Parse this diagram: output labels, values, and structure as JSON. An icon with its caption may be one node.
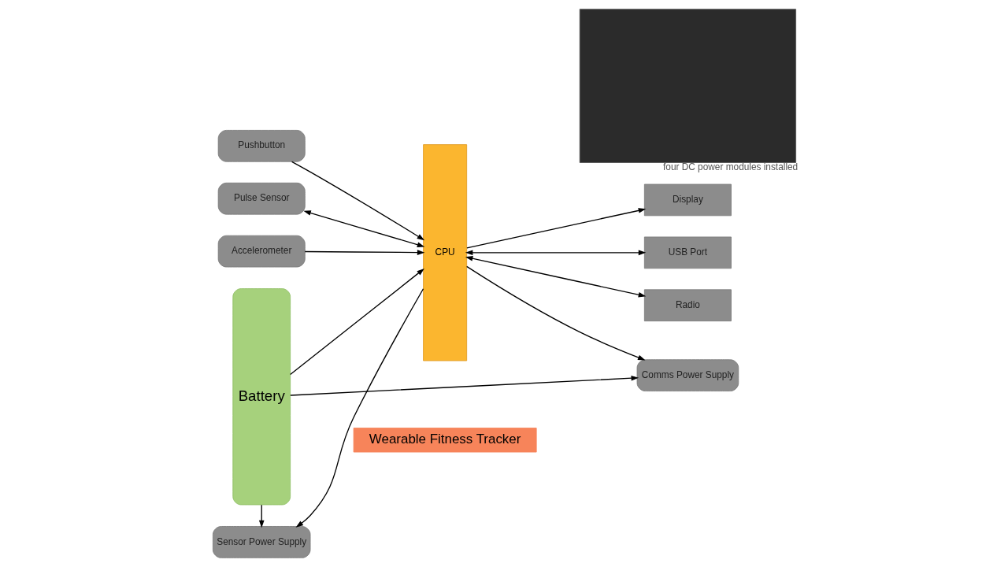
{
  "diagram": {
    "nodes": [
      {
        "text": [
          "Wearable Fitness Tracker"
        ]
      },
      {
        "text": [
          "Pushbutton"
        ]
      },
      {
        "text": [
          "CPU"
        ]
      },
      {
        "text": [
          "Display"
        ]
      },
      {
        "text": [
          "Pulse Sensor"
        ]
      },
      {
        "text": [
          "USB Port"
        ]
      },
      {
        "text": [
          "Accelerometer"
        ]
      },
      {
        "text": [
          "Radio"
        ]
      },
      {
        "text": [
          "Sensor Power Supply"
        ]
      },
      {
        "text": [
          "Comms Power Supply"
        ]
      },
      {
        "text": [
          "Battery"
        ]
      },
      {
        "text": [],
        "shape": "box",
        "beside": [
          "four DC power modules installed"
        ]
      }
    ],
    "edges": [
      {
        "from": 1,
        "to": 2,
        "arrow": "to"
      },
      {
        "from": 2,
        "to": 3,
        "arrow": "to"
      },
      {
        "from": 4,
        "to": 2,
        "arrow": "both"
      },
      {
        "from": 2,
        "to": 5,
        "arrow": "both"
      },
      {
        "from": 6,
        "to": 2,
        "arrow": "to"
      },
      {
        "from": 2,
        "to": 7,
        "arrow": "both"
      },
      {
        "from": 2,
        "to": 8,
        "arrow": "to"
      },
      {
        "from": 2,
        "to": 9,
        "arrow": "to"
      },
      {
        "from": 10,
        "to": 8,
        "arrow": "to"
      },
      {
        "from": 10,
        "to": 2,
        "arrow": "to"
      },
      {
        "from": 10,
        "to": 9,
        "arrow": "to"
      }
    ]
  }
}
